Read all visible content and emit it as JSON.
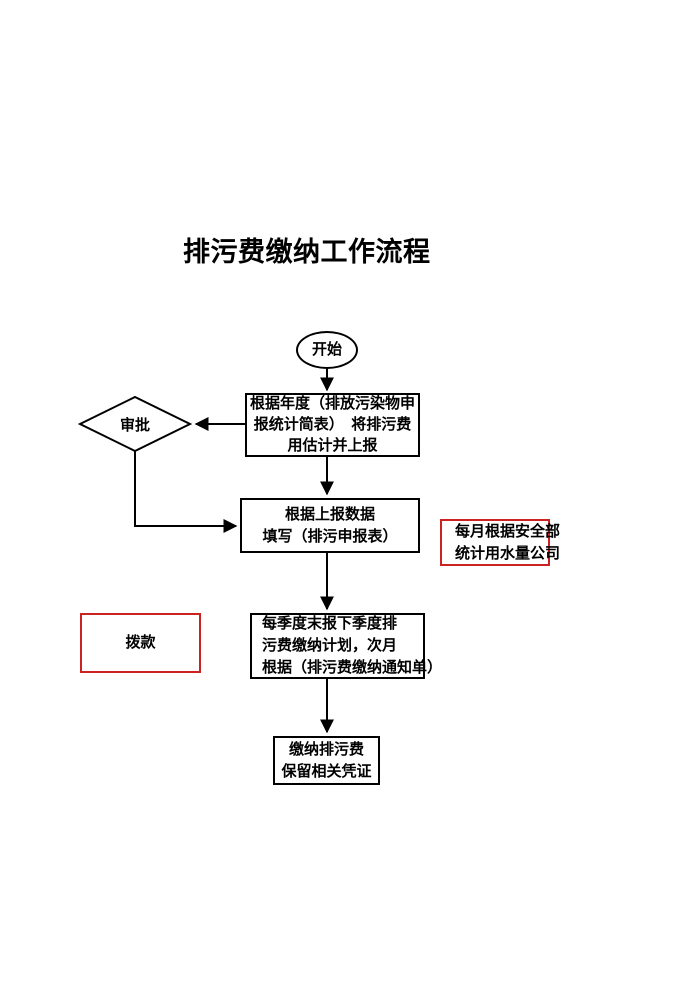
{
  "title": "排污费缴纳工作流程",
  "colors": {
    "line": "#000000",
    "annotation_border": "#cc2222",
    "background": "#ffffff"
  },
  "flow": {
    "start": "开始",
    "approve": "审批",
    "estimate": {
      "lines": [
        "根据年度（排放污染物申",
        "报统计简表）　将排污费",
        "用估计并上报"
      ]
    },
    "fill": {
      "lines": [
        "根据上报数据",
        "填写（排污申报表）"
      ]
    },
    "plan": {
      "lines": [
        "每季度末报下季度排",
        "污费缴纳计划，次月",
        "根据（排污费缴纳通知单）"
      ]
    },
    "pay": {
      "lines": [
        "缴纳排污费",
        "保留相关凭证"
      ]
    }
  },
  "annotations": {
    "water": {
      "lines": [
        "每月根据安全部",
        "统计用水量公司"
      ]
    },
    "funds": "拨款"
  }
}
